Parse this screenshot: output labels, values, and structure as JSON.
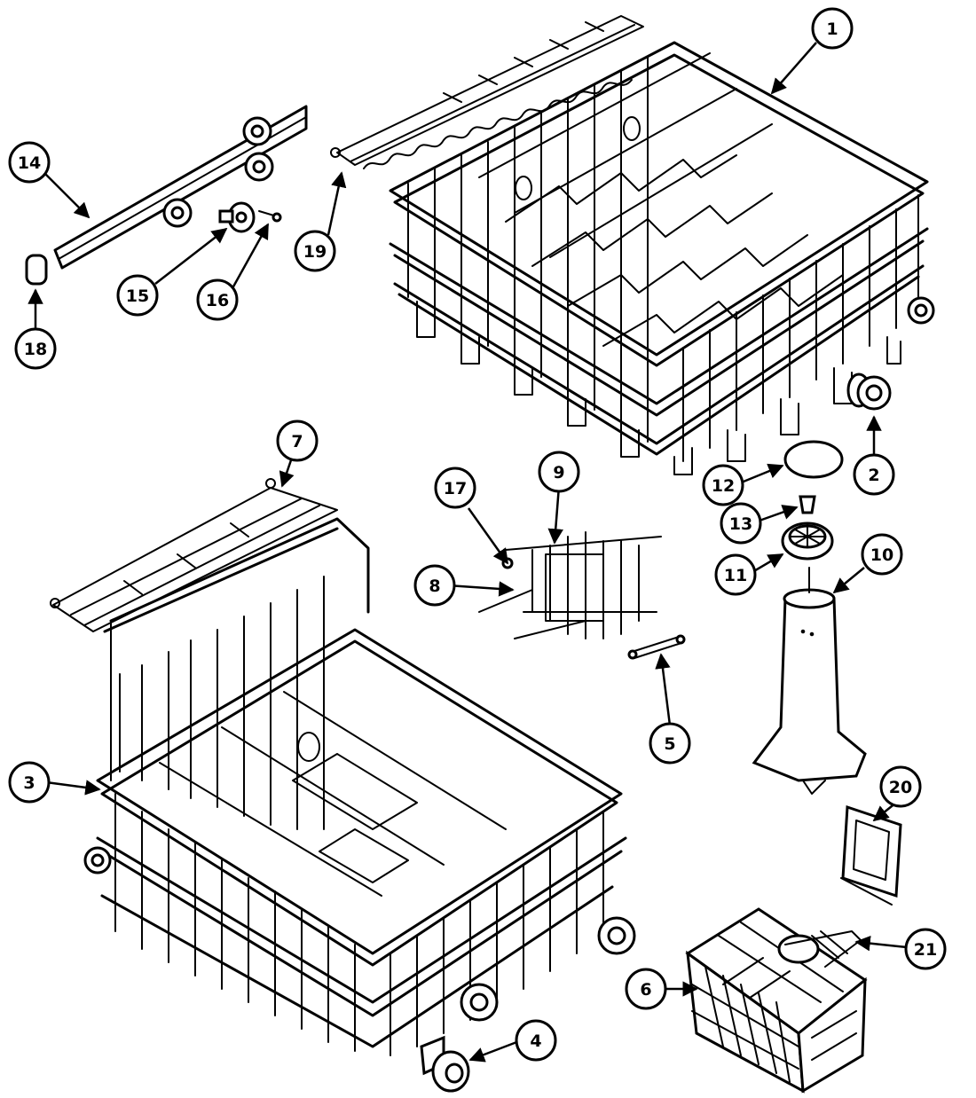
{
  "callouts": [
    {
      "id": "1",
      "label": "1"
    },
    {
      "id": "2",
      "label": "2"
    },
    {
      "id": "3",
      "label": "3"
    },
    {
      "id": "4",
      "label": "4"
    },
    {
      "id": "5",
      "label": "5"
    },
    {
      "id": "6",
      "label": "6"
    },
    {
      "id": "7",
      "label": "7"
    },
    {
      "id": "8",
      "label": "8"
    },
    {
      "id": "9",
      "label": "9"
    },
    {
      "id": "10",
      "label": "10"
    },
    {
      "id": "11",
      "label": "11"
    },
    {
      "id": "12",
      "label": "12"
    },
    {
      "id": "13",
      "label": "13"
    },
    {
      "id": "14",
      "label": "14"
    },
    {
      "id": "15",
      "label": "15"
    },
    {
      "id": "16",
      "label": "16"
    },
    {
      "id": "17",
      "label": "17"
    },
    {
      "id": "18",
      "label": "18"
    },
    {
      "id": "19",
      "label": "19"
    },
    {
      "id": "20",
      "label": "20"
    },
    {
      "id": "21",
      "label": "21"
    }
  ],
  "colors": {
    "line": "#000000",
    "background": "#ffffff"
  }
}
